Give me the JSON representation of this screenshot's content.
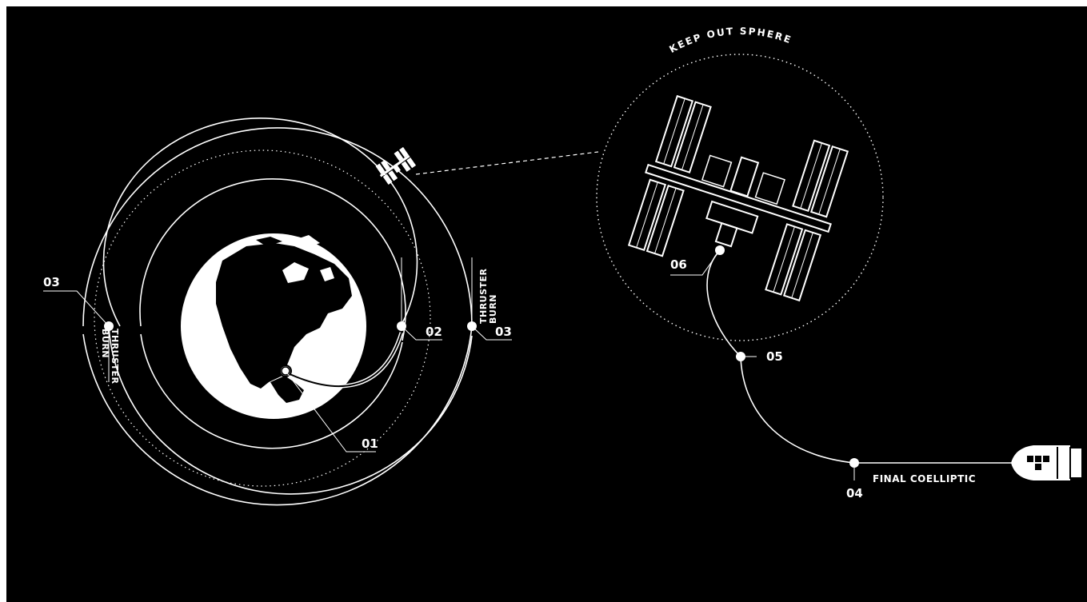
{
  "labels": {
    "keep_out": "KEEP OUT SPHERE",
    "thruster_burn": [
      "THRUSTER",
      "BURN"
    ],
    "final_coelliptic": "FINAL COELLIPTIC"
  },
  "waypoints": [
    "01",
    "02",
    "03",
    "03",
    "04",
    "05",
    "06"
  ],
  "icons": [
    "earth-icon",
    "iss-icon",
    "iss-small-icon",
    "capsule-icon"
  ],
  "colors": {
    "background": "#000000",
    "foreground": "#ffffff"
  }
}
